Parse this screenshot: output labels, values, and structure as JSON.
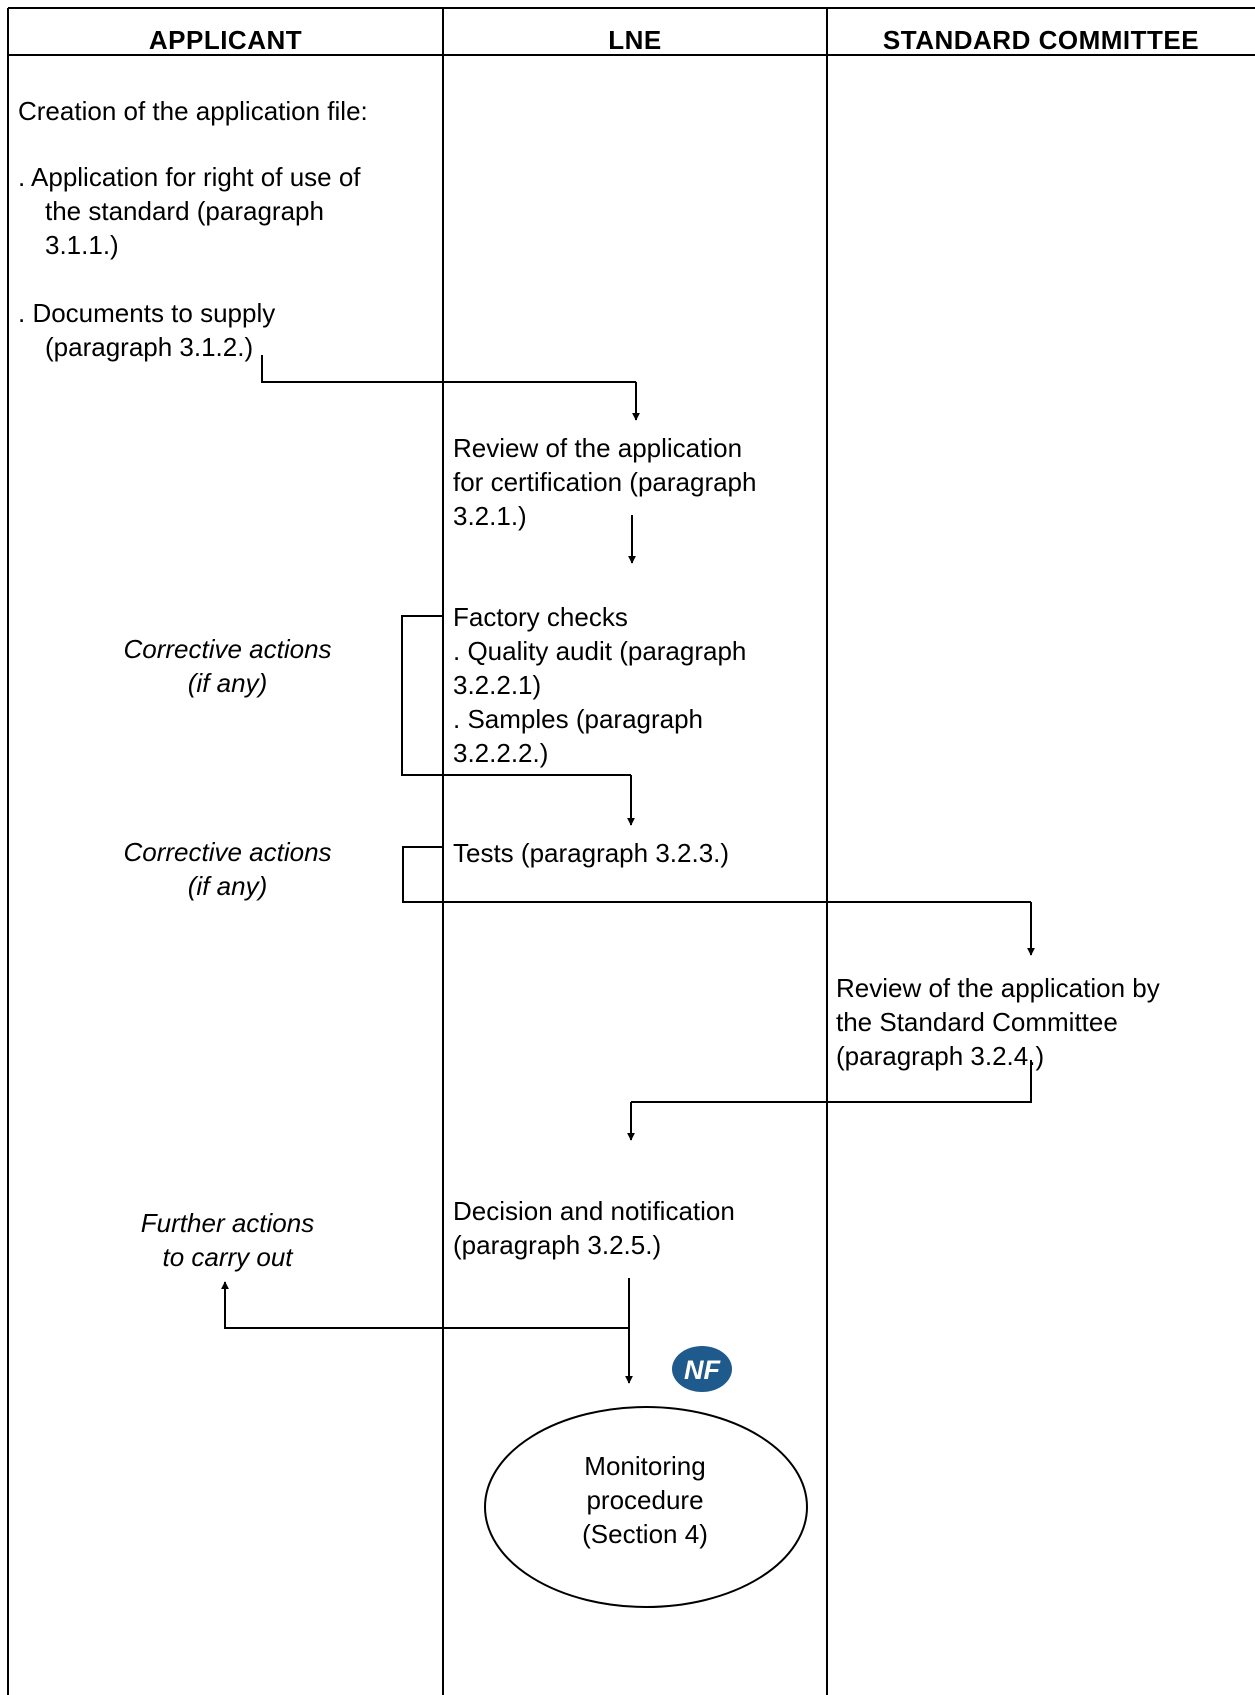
{
  "columns": {
    "applicant": "APPLICANT",
    "lne": "LNE",
    "committee": "STANDARD COMMITTEE"
  },
  "applicant": {
    "creation_title": "Creation of the application file:",
    "item1_line1": ". Application for right of use of",
    "item1_line2": "the standard (paragraph",
    "item1_line3": "3.1.1.)",
    "item2_line1": ". Documents to supply",
    "item2_line2": "(paragraph 3.1.2.)",
    "corrective1_line1": "Corrective actions",
    "corrective1_line2": "(if any)",
    "corrective2_line1": "Corrective actions",
    "corrective2_line2": "(if any)",
    "further_line1": "Further actions",
    "further_line2": "to carry out"
  },
  "lne": {
    "review_line1": "Review of the application",
    "review_line2": "for certification (paragraph",
    "review_line3": "3.2.1.)",
    "factory_line1": "Factory checks",
    "factory_line2": ". Quality audit (paragraph",
    "factory_line3": "3.2.2.1)",
    "factory_line4": ". Samples (paragraph",
    "factory_line5": "3.2.2.2.)",
    "tests": "Tests (paragraph 3.2.3.)",
    "decision_line1": "Decision and notification",
    "decision_line2": "(paragraph 3.2.5.)",
    "monitoring_line1": "Monitoring",
    "monitoring_line2": "procedure",
    "monitoring_line3": "(Section 4)"
  },
  "committee": {
    "review_line1": "Review of the application by",
    "review_line2": "the Standard Committee",
    "review_line3": "(paragraph 3.2.4.)"
  },
  "logo": {
    "text": "NF",
    "colors": {
      "blue": "#1f5a8c",
      "white": "#ffffff"
    }
  },
  "colors": {
    "line": "#000000",
    "background": "#ffffff"
  }
}
